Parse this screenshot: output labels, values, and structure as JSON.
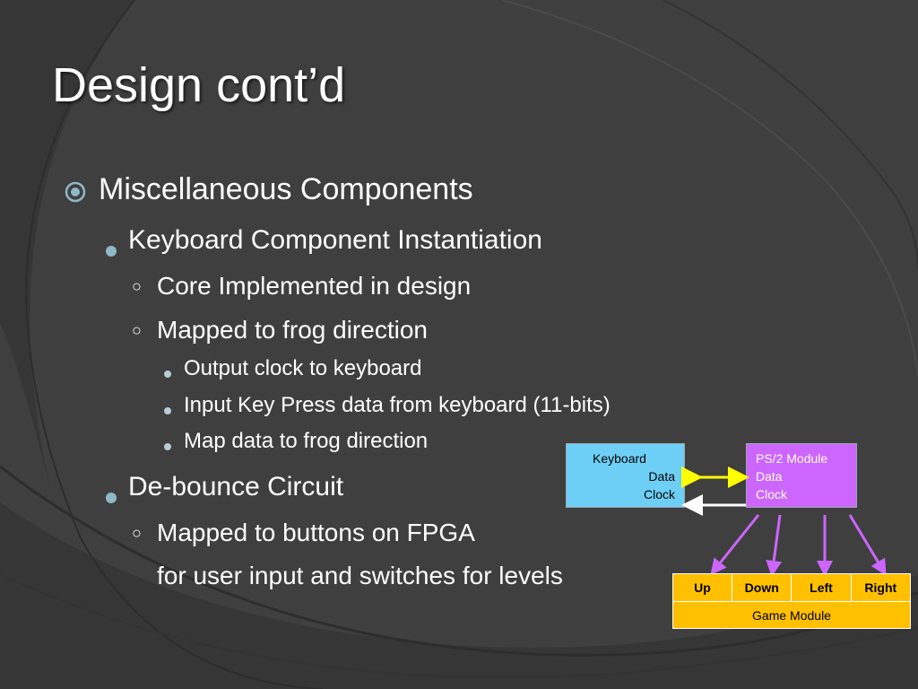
{
  "slide": {
    "title": "Design cont’d",
    "bullets": [
      {
        "level": 1,
        "text": "Miscellaneous Components"
      },
      {
        "level": 2,
        "text": "Keyboard Component Instantiation"
      },
      {
        "level": 3,
        "text": "Core Implemented in design"
      },
      {
        "level": 3,
        "text": "Mapped to frog direction"
      },
      {
        "level": 4,
        "text": "Output clock to keyboard"
      },
      {
        "level": 4,
        "text": "Input Key Press data from keyboard (11-bits)"
      },
      {
        "level": 4,
        "text": "Map data to frog direction"
      },
      {
        "level": 2,
        "text": "De-bounce Circuit"
      },
      {
        "level": 3,
        "text": "Mapped to buttons on FPGA"
      },
      {
        "level": 3,
        "text": "for user input and switches for levels",
        "continuation": true
      }
    ]
  },
  "diagram": {
    "keyboard": {
      "title": "Keyboard",
      "line1": "Data",
      "line2": "Clock",
      "color": "#6ecff6"
    },
    "ps2": {
      "title": "PS/2 Module",
      "line1": "Data",
      "line2": "Clock",
      "color": "#cc66ff"
    },
    "game": {
      "cells": [
        "Up",
        "Down",
        "Left",
        "Right"
      ],
      "footer": "Game Module",
      "color": "#ffc000"
    },
    "colors": {
      "data_arrow": "#ffff00",
      "clock_arrow": "#ffffff",
      "direction_arrows": "#cc66ff"
    }
  }
}
